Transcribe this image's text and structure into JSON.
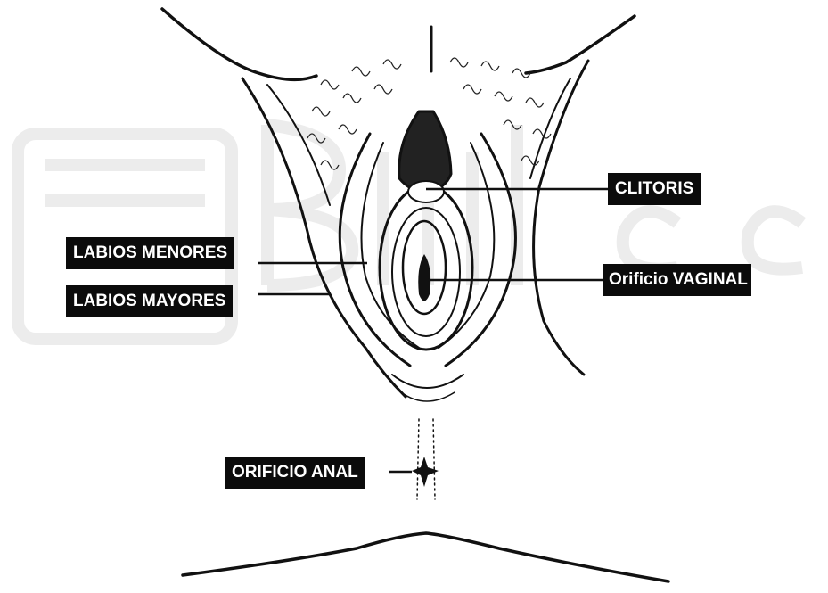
{
  "colors": {
    "ink": "#111111",
    "label_bg": "#0b0b0b",
    "label_text": "#ffffff",
    "watermark": "#ececec"
  },
  "labels": {
    "clitoris": "CLITORIS",
    "labios_menores": "LABIOS MENORES",
    "labios_mayores": "LABIOS MAYORES",
    "orificio_vaginal": "Orificio VAGINAL",
    "orificio_anal": "ORIFICIO ANAL"
  }
}
